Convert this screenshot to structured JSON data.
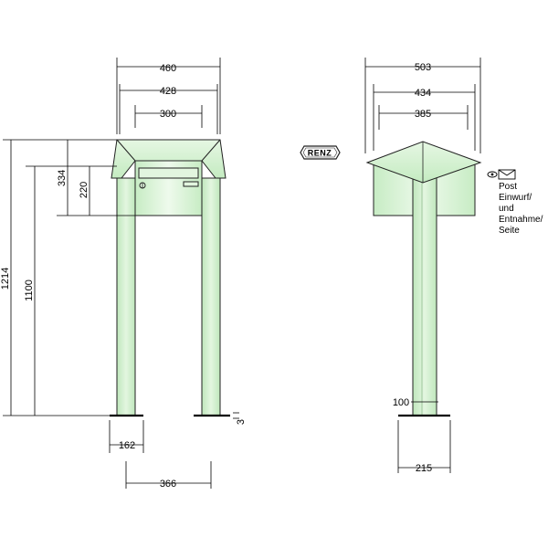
{
  "brand": {
    "logo_text": "RENZ"
  },
  "front_view": {
    "width_outer": "460",
    "width_roof": "428",
    "width_box": "300",
    "height_total": "1214",
    "height_slot": "1100",
    "height_box": "334",
    "height_door": "220",
    "foot_width": "162",
    "post_spacing": "366",
    "plate_thickness": "3"
  },
  "side_view": {
    "width_roof": "503",
    "width_body": "434",
    "width_inner": "385",
    "post_width": "100",
    "foot_width": "215"
  },
  "note": {
    "lines": [
      "Post",
      "Einwurf/",
      "und",
      "Entnahme/",
      "Seite"
    ]
  },
  "colors": {
    "body_fill": "#cdeecb",
    "body_light": "#e9f8e6",
    "post_fill": "#c3e9c0",
    "line": "#222222",
    "dim_line": "#000000"
  }
}
